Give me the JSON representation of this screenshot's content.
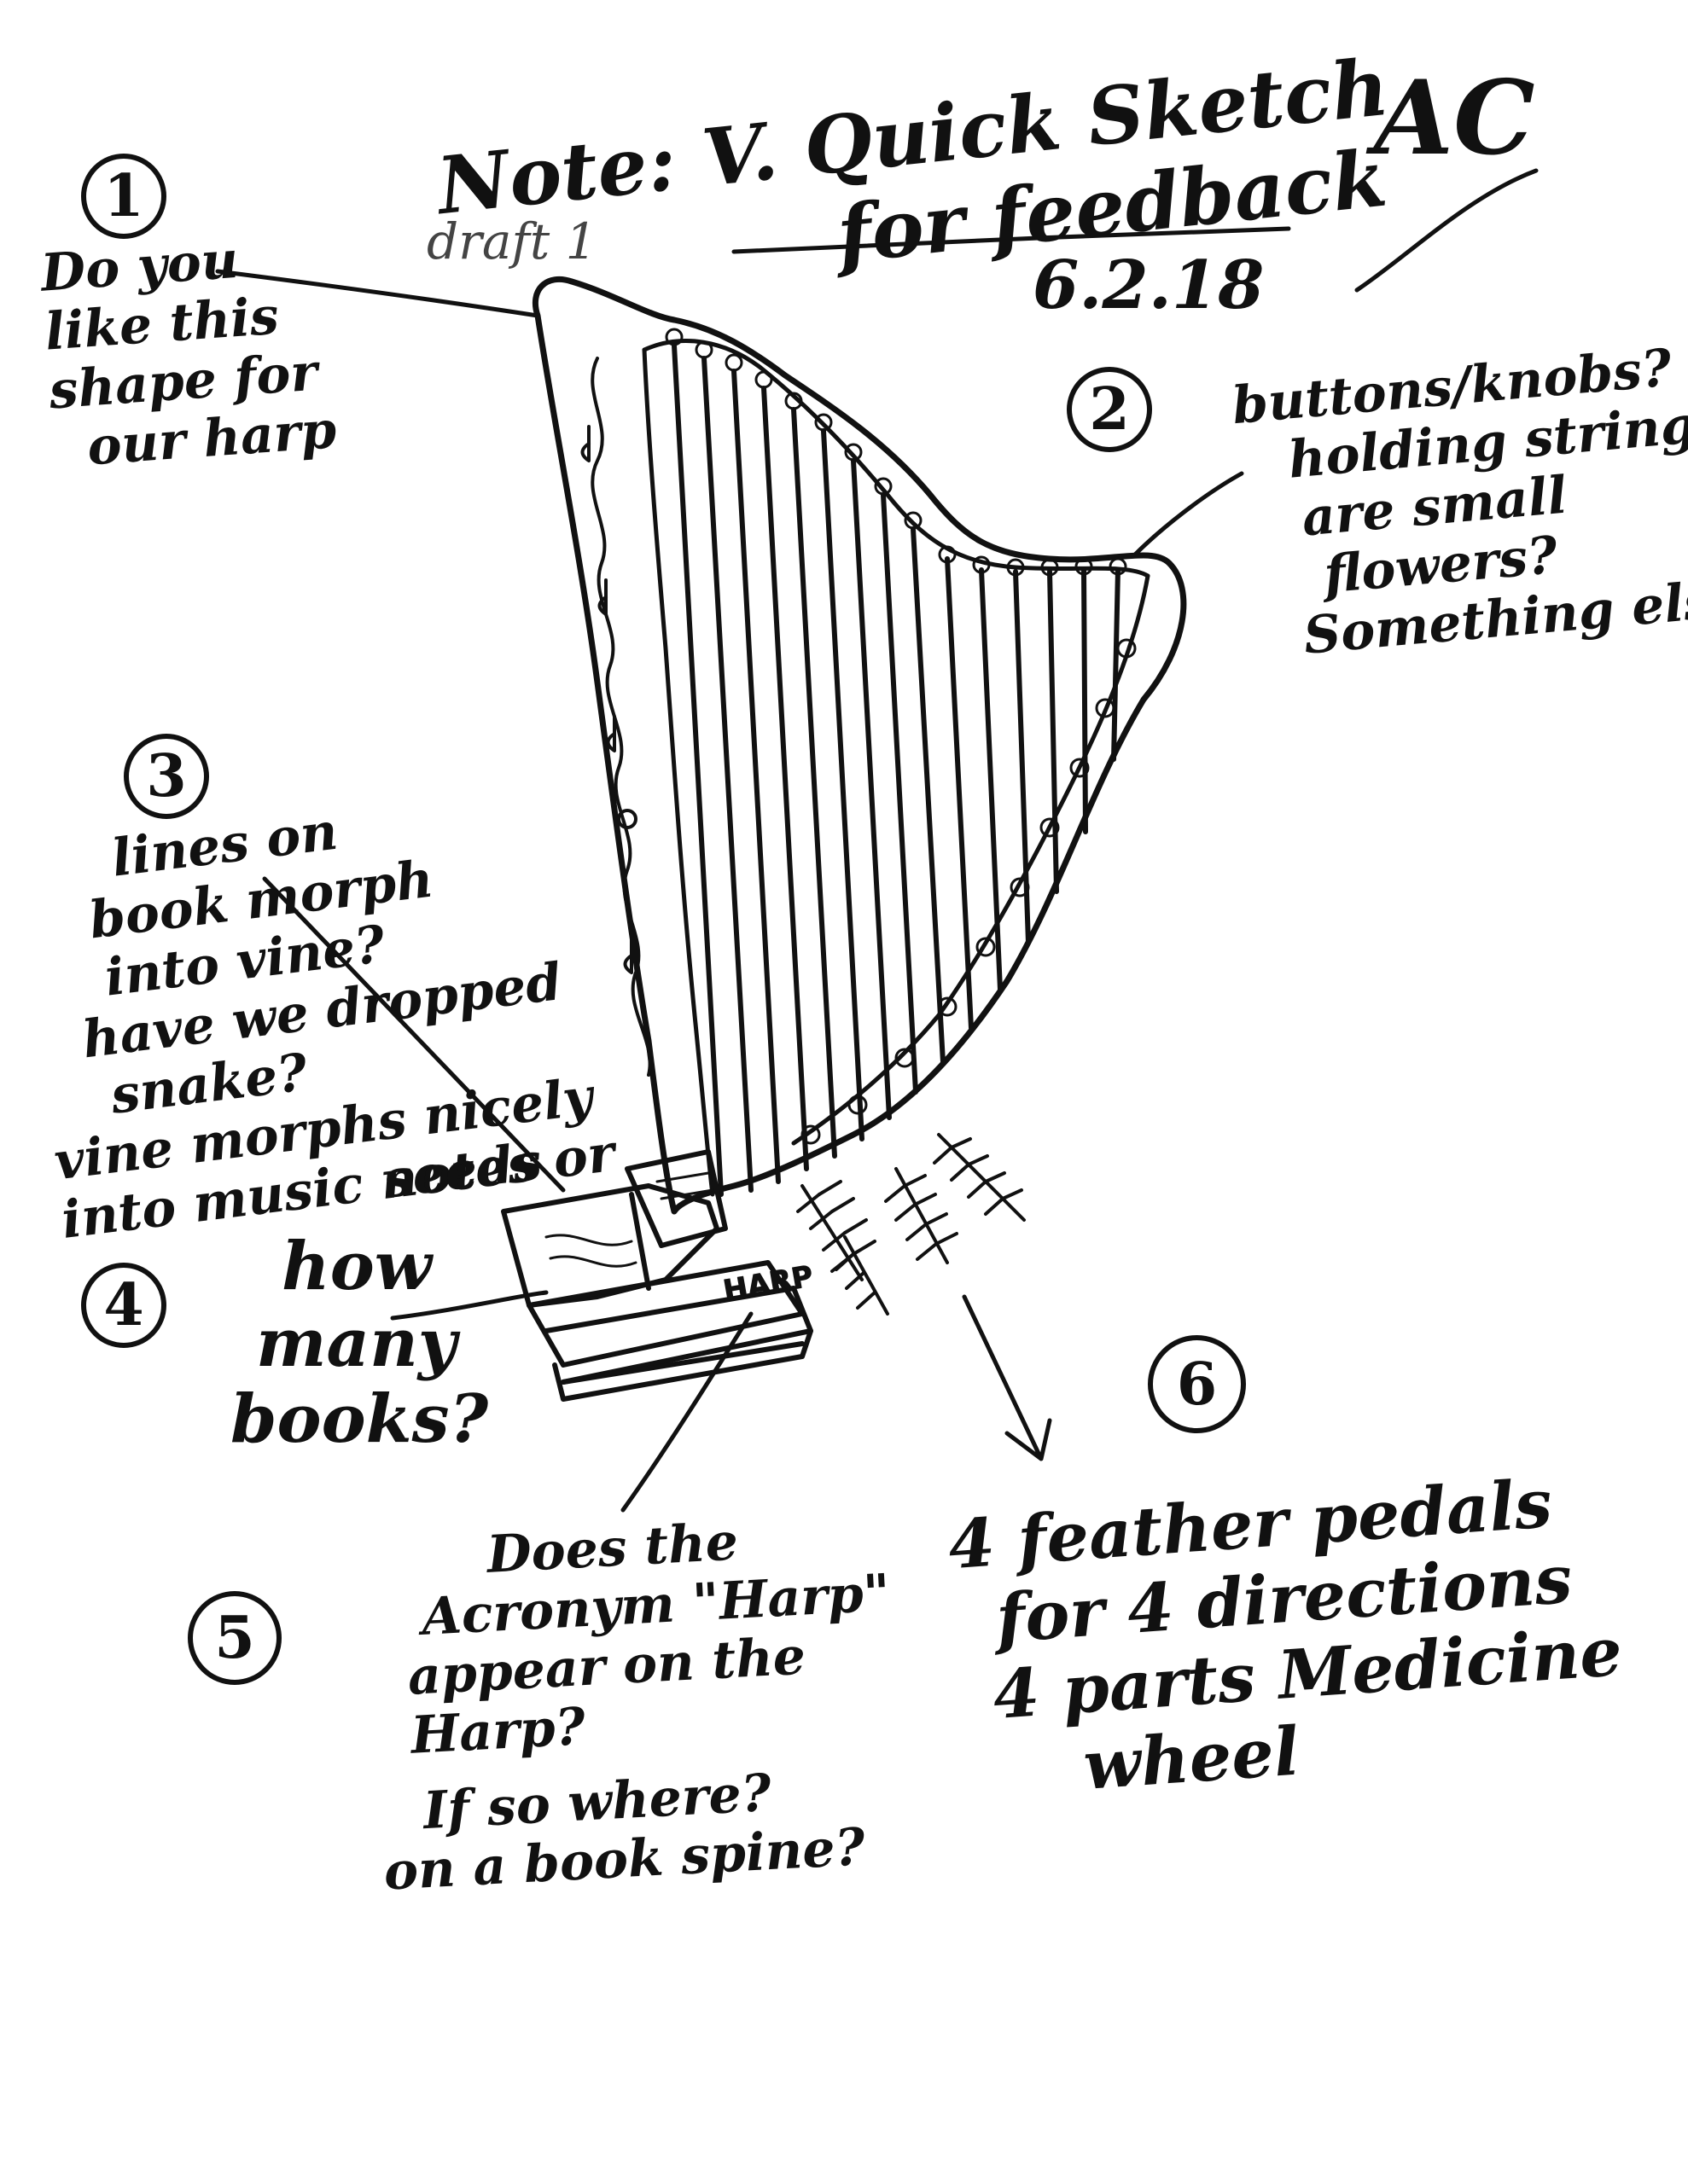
{
  "title": {
    "line1": "Note: V. Quick Sketch",
    "line2": "for feedback",
    "initials": "AC",
    "date": "6.2.18",
    "draft": "draft 1"
  },
  "notes": [
    {
      "number": "1",
      "lines": [
        "Do you",
        "like this",
        "shape for",
        "our harp"
      ]
    },
    {
      "number": "2",
      "lines": [
        "buttons/knobs?",
        "holding strings",
        "are small",
        "flowers?",
        "Something else?"
      ]
    },
    {
      "number": "3",
      "lines": [
        "lines on",
        "book morph",
        "into vine?",
        "have we dropped",
        "snake?",
        "vine morphs nicely",
        "into music notes or",
        "seeds"
      ]
    },
    {
      "number": "4",
      "lines": [
        "how",
        "many",
        "books?"
      ]
    },
    {
      "number": "5",
      "lines": [
        "Does the",
        "Acronym \"Harp\"",
        "appear on the",
        "Harp?",
        "If so where?",
        "on a book spine?"
      ]
    },
    {
      "number": "6",
      "lines": [
        "4 feather pedals",
        "for 4 directions",
        "4 parts Medicine",
        "wheel"
      ]
    }
  ],
  "spine_label": "HARP"
}
